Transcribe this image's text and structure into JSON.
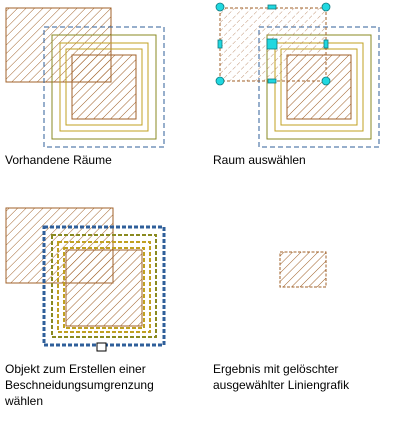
{
  "colors": {
    "brown": "#a0622a",
    "brown_dark": "#8a5a2a",
    "blue": "#2f5f9a",
    "olive": "#8a8a20",
    "gold": "#c0a020",
    "grip": "#20d8e0",
    "grip_outline": "#107a80"
  },
  "panels": [
    {
      "caption": "Vorhandene Räume"
    },
    {
      "caption": "Raum auswählen"
    },
    {
      "caption": "Objekt zum Erstellen einer\nBeschneidungsumgrenzung\nwählen"
    },
    {
      "caption": "Ergebnis mit gelöschter\nausgewählter Liniengrafik"
    }
  ]
}
